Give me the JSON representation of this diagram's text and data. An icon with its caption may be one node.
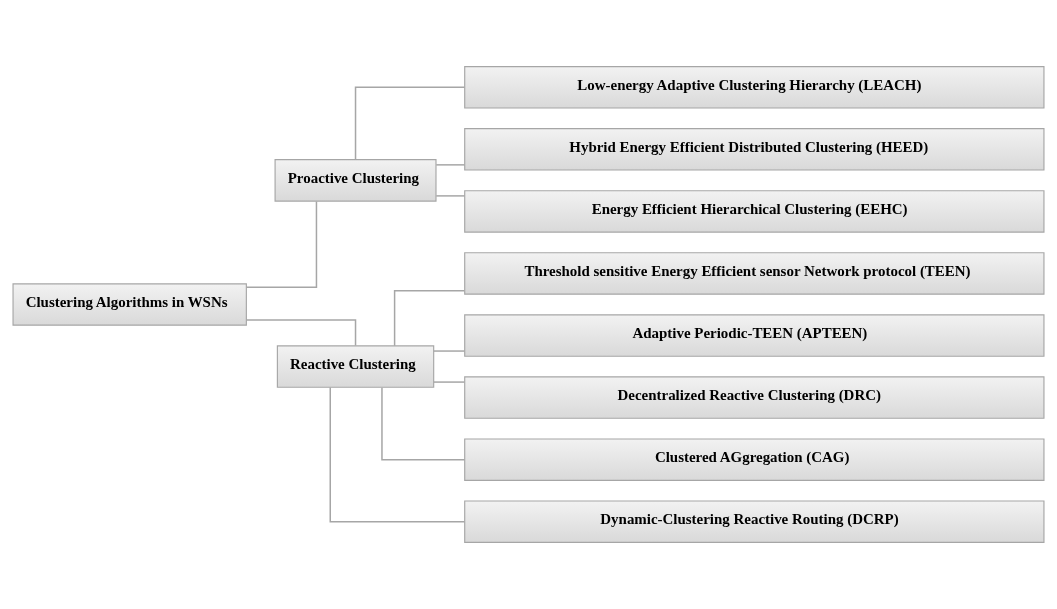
{
  "diagram": {
    "nodes": [
      {
        "text": [
          "Clustering Algorithms in WSNs"
        ]
      },
      {
        "text": [
          "Proactive Clustering"
        ]
      },
      {
        "text": [
          "Low-energy Adaptive Clustering Hierarchy (LEACH)"
        ]
      },
      {
        "text": [
          "Hybrid Energy Efficient Distributed Clustering (HEED)"
        ]
      },
      {
        "text": [
          "Energy Efficient Hierarchical Clustering (EEHC)"
        ]
      },
      {
        "text": [
          "Reactive Clustering"
        ]
      },
      {
        "text": [
          "Threshold sensitive Energy Efficient sensor Network protocol (TEEN)"
        ]
      },
      {
        "text": [
          "Adaptive Periodic-TEEN (APTEEN)"
        ]
      },
      {
        "text": [
          "Decentralized Reactive Clustering (DRC)"
        ]
      },
      {
        "text": [
          "Clustered AGgregation (CAG)"
        ]
      },
      {
        "text": [
          "Dynamic-Clustering Reactive Routing (DCRP)"
        ]
      }
    ],
    "edges": [
      {
        "from": 0,
        "to": 1,
        "arrow": "none"
      },
      {
        "from": 0,
        "to": 5,
        "arrow": "none"
      },
      {
        "from": 1,
        "to": 2,
        "arrow": "none"
      },
      {
        "from": 1,
        "to": 3,
        "arrow": "none"
      },
      {
        "from": 1,
        "to": 4,
        "arrow": "none"
      },
      {
        "from": 5,
        "to": 6,
        "arrow": "none"
      },
      {
        "from": 5,
        "to": 7,
        "arrow": "none"
      },
      {
        "from": 5,
        "to": 8,
        "arrow": "none"
      },
      {
        "from": 5,
        "to": 9,
        "arrow": "none"
      },
      {
        "from": 5,
        "to": 10,
        "arrow": "none"
      }
    ]
  }
}
